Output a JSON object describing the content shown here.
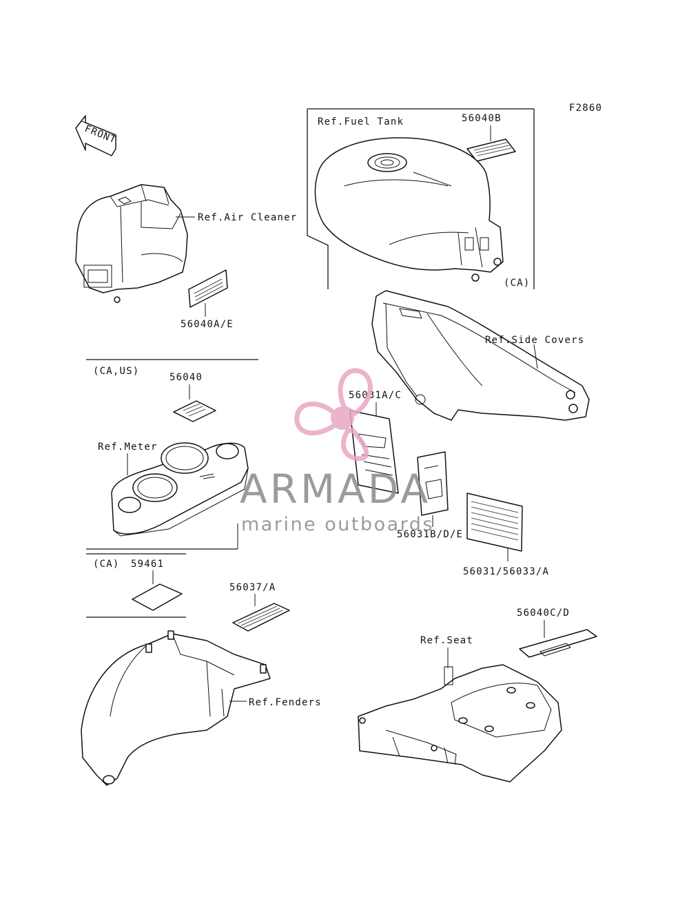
{
  "figure_code": "F2860",
  "front_arrow_text": "FRONT",
  "labels": {
    "fuel_tank": "Ref.Fuel Tank",
    "p56040b": "56040B",
    "ca_tank": "(CA)",
    "air_cleaner": "Ref.Air Cleaner",
    "p56040ae": "56040A/E",
    "side_covers": "Ref.Side Covers",
    "ca_us": "(CA,US)",
    "p56040": "56040",
    "meter": "Ref.Meter",
    "p56031ac": "56031A/C",
    "p56031bde": "56031B/D/E",
    "p56031_56033a": "56031/56033/A",
    "ca_small": "(CA)",
    "p59461": "59461",
    "p56037a": "56037/A",
    "fenders": "Ref.Fenders",
    "p56040cd": "56040C/D",
    "seat": "Ref.Seat"
  },
  "watermark": {
    "name": "ARMADA",
    "tagline": "marine outboards",
    "logo_color": "#e8a6c4"
  }
}
